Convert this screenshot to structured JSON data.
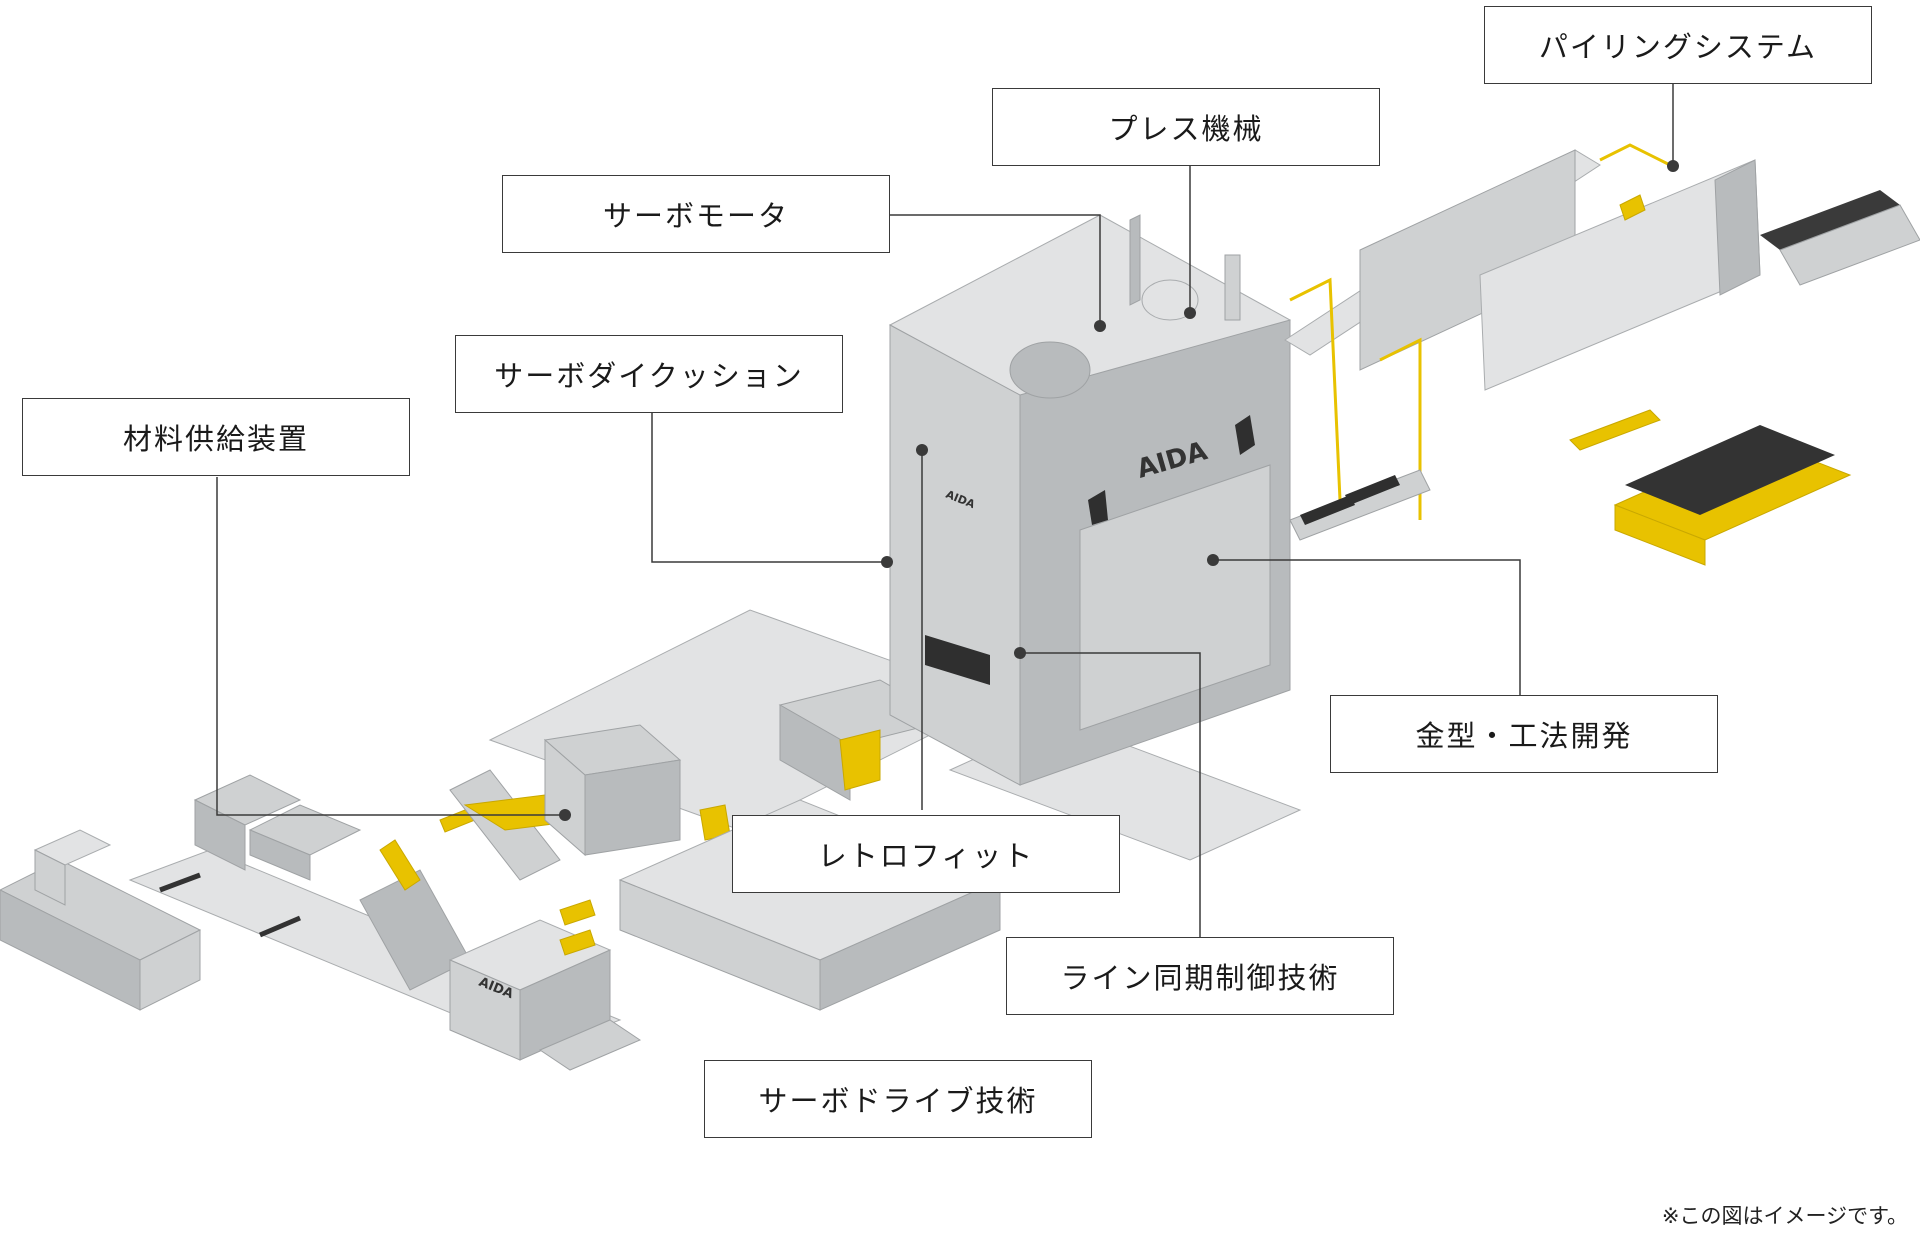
{
  "labels": {
    "piling": "パイリングシステム",
    "press": "プレス機械",
    "servo_motor": "サーボモータ",
    "servo_cushion": "サーボダイクッション",
    "material_feed": "材料供給装置",
    "die_dev": "金型・工法開発",
    "retrofit": "レトロフィット",
    "line_sync": "ライン同期制御技術",
    "servo_drive": "サーボドライブ技術"
  },
  "brand": {
    "main": "AIDA",
    "small": "AIDA",
    "feeder": "AIDA"
  },
  "note": "※この図はイメージです。",
  "colors": {
    "accent": "#e8c200",
    "machine": "#cfd1d2",
    "machine_dark": "#b4b7b9",
    "line": "#3a3a3a"
  }
}
